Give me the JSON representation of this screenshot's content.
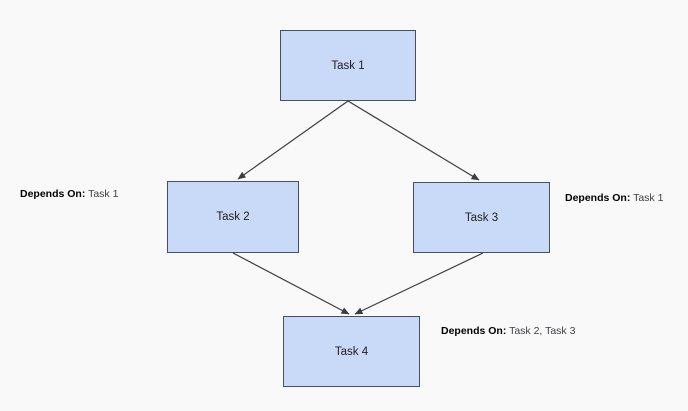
{
  "diagram": {
    "type": "dependency-graph",
    "background_color": "#f9f9fa",
    "node_fill_color": "#c9daf8",
    "node_border_color": "#46505e",
    "connector_color": "#3b3d40",
    "nodes": [
      {
        "id": "task-1",
        "label": "Task 1"
      },
      {
        "id": "task-2",
        "label": "Task 2"
      },
      {
        "id": "task-3",
        "label": "Task 3"
      },
      {
        "id": "task-4",
        "label": "Task 4"
      }
    ],
    "edges": [
      {
        "from": "Task 1",
        "to": "Task 2"
      },
      {
        "from": "Task 1",
        "to": "Task 3"
      },
      {
        "from": "Task 2",
        "to": "Task 4"
      },
      {
        "from": "Task 3",
        "to": "Task 4"
      }
    ],
    "annotations": [
      {
        "prefix": "Depends On:",
        "value": " Task 1",
        "attached_to": "task-2"
      },
      {
        "prefix": "Depends On:",
        "value": " Task 1",
        "attached_to": "task-3"
      },
      {
        "prefix": "Depends On:",
        "value": " Task 2, Task 3",
        "attached_to": "task-4"
      }
    ]
  }
}
